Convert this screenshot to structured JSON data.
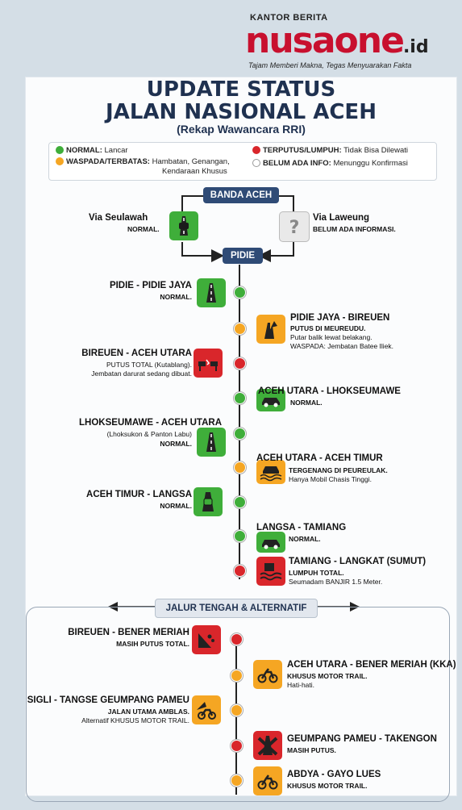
{
  "brand": {
    "kantor": "KANTOR BERITA",
    "logo_main": "nusaone",
    "logo_tld": ".id",
    "tagline": "Tajam Memberi Makna, Tegas Menyuarakan Fakta"
  },
  "header": {
    "title_line1": "UPDATE STATUS",
    "title_line2": "JALAN NASIONAL ACEH",
    "subtitle": "(Rekap Wawancara RRI)"
  },
  "legend": {
    "normal_label": "NORMAL:",
    "normal_desc": "Lancar",
    "waspada_label": "WASPADA/TERBATAS:",
    "waspada_desc_1": "Hambatan, Genangan,",
    "waspada_desc_2": "Kendaraan Khusus",
    "terputus_label": "TERPUTUS/LUMPUH:",
    "terputus_desc": "Tidak Bisa Dilewati",
    "belum_label": "BELUM ADA INFO:",
    "belum_desc": "Menunggu Konfirmasi"
  },
  "colors": {
    "normal": "#3fae3a",
    "waspada": "#f5a623",
    "terputus": "#d9262b",
    "navy": "#2f4b76"
  },
  "top": {
    "banda_aceh": "BANDA ACEH",
    "pidie": "PIDIE",
    "via_seulawah": "Via Seulawah",
    "via_seulawah_status": "NORMAL.",
    "via_laweung": "Via Laweung",
    "via_laweung_status": "BELUM ADA INFORMASI."
  },
  "routes": [
    {
      "name": "PIDIE - PIDIE JAYA",
      "l1": "NORMAL.",
      "l2": "",
      "l3": ""
    },
    {
      "name": "PIDIE JAYA - BIREUEN",
      "l1": "PUTUS DI MEUREUDU.",
      "l2": "Putar balik lewat belakang.",
      "l3": "WASPADA: Jembatan Batee Iliek."
    },
    {
      "name": "BIREUEN - ACEH UTARA",
      "l1": "PUTUS TOTAL (Kutablang).",
      "l2": "Jembatan darurat sedang dibuat.",
      "l3": ""
    },
    {
      "name": "ACEH UTARA - LHOKSEUMAWE",
      "l1": "NORMAL.",
      "l2": "",
      "l3": ""
    },
    {
      "name": "LHOKSEUMAWE - ACEH UTARA",
      "l1": "(Lhoksukon & Panton Labu)",
      "l2": "NORMAL.",
      "l3": ""
    },
    {
      "name": "ACEH UTARA - ACEH TIMUR",
      "l1": "TERGENANG DI PEUREULAK.",
      "l2": "Hanya Mobil Chasis Tinggi.",
      "l3": ""
    },
    {
      "name": "ACEH TIMUR - LANGSA",
      "l1": "NORMAL.",
      "l2": "",
      "l3": ""
    },
    {
      "name": "LANGSA - TAMIANG",
      "l1": "NORMAL.",
      "l2": "",
      "l3": ""
    },
    {
      "name": "TAMIANG - LANGKAT (SUMUT)",
      "l1": "LUMPUH TOTAL.",
      "l2": "Seumadam BANJIR 1.5 Meter.",
      "l3": ""
    }
  ],
  "alt": {
    "label": "JALUR TENGAH & ALTERNATIF",
    "routes": [
      {
        "name": "BIREUEN - BENER MERIAH",
        "l1": "MASIH PUTUS TOTAL.",
        "l2": ""
      },
      {
        "name": "ACEH UTARA - BENER MERIAH (KKA)",
        "l1": "KHUSUS MOTOR TRAIL.",
        "l2": "Hati-hati."
      },
      {
        "name": "SIGLI - TANGSE GEUMPANG PAMEU",
        "l1": "JALAN UTAMA AMBLAS.",
        "l2": "Alternatif KHUSUS MOTOR TRAIL."
      },
      {
        "name": "GEUMPANG PAMEU - TAKENGON",
        "l1": "MASIH PUTUS.",
        "l2": ""
      },
      {
        "name": "ABDYA - GAYO LUES",
        "l1": "KHUSUS MOTOR TRAIL.",
        "l2": ""
      }
    ]
  },
  "icons": {
    "road": "road-icon",
    "car": "car-icon",
    "bridge": "broken-bridge-icon",
    "flood": "flood-icon",
    "question": "question-icon",
    "motorbike": "motorbike-icon",
    "landslide": "landslide-icon",
    "blocked": "blocked-road-icon"
  }
}
